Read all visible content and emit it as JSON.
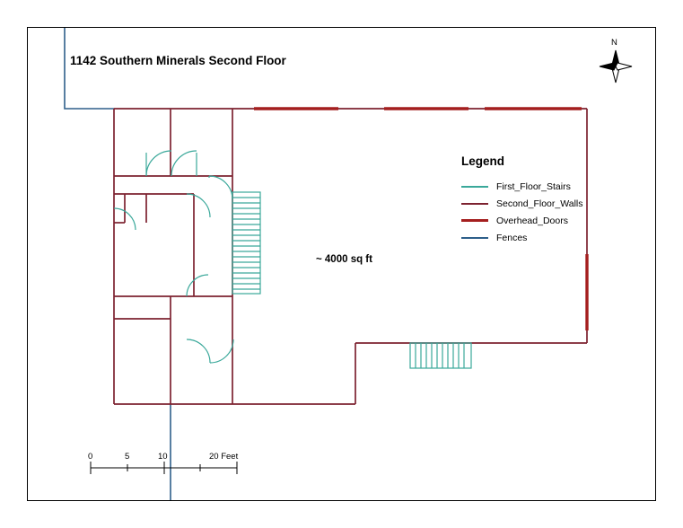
{
  "title": "1142 Southern Minerals Second Floor",
  "area_label": "~ 4000 sq ft",
  "north_arrow": {
    "label": "N",
    "icon": "compass-north-icon"
  },
  "legend": {
    "title": "Legend",
    "items": [
      {
        "label": "First_Floor_Stairs",
        "color": "#3aa89a"
      },
      {
        "label": "Second_Floor_Walls",
        "color": "#7d2230"
      },
      {
        "label": "Overhead_Doors",
        "color": "#a41e1e"
      },
      {
        "label": "Fences",
        "color": "#2e5f8a"
      }
    ]
  },
  "scale_bar": {
    "ticks": [
      "0",
      "5",
      "10"
    ],
    "unit_label": "20 Feet"
  },
  "colors": {
    "frame": "#000000",
    "walls": "#7d2230",
    "stairs": "#3aa89a",
    "overhead_doors": "#a41e1e",
    "fences": "#2e5f8a",
    "background": "#ffffff"
  }
}
